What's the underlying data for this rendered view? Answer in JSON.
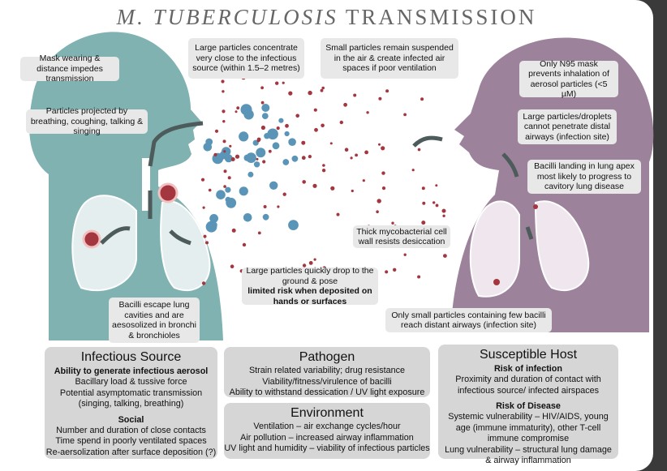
{
  "title": {
    "italic": "M. TUBERCULOSIS",
    "rest": "TRANSMISSION"
  },
  "callouts": {
    "mask": "Mask wearing & distance impedes transmission",
    "projected": "Particles projected by breathing, coughing, talking & singing",
    "large_close": "Large particles concentrate very close to the infectious source (within 1.5–2 metres)",
    "small_suspended": "Small particles remain suspended in the air & create infected air spaces if poor ventilation",
    "n95": "Only N95 mask prevents inhalation of aerosol particles (<5 µM)",
    "droplets": "Large particles/droplets cannot penetrate distal airways (infection site)",
    "apex": "Bacilli landing in lung apex most likely to progress to cavitory lung disease",
    "cellwall": "Thick mycobacterial cell wall resists desiccation",
    "drop_a": "Large particles quickly drop to the ground & pose",
    "drop_b": "limited risk when deposited on hands or surfaces",
    "escape": "Bacilli escape lung cavities and are aesosolized in bronchi & bronchioles",
    "distant": "Only small particles containing few bacilli reach distant airways (infection site)"
  },
  "boxes": {
    "source": {
      "title": "Infectious Source",
      "h1": "Ability to generate infectious aerosol",
      "l1": "Bacillary load & tussive force",
      "l2": "Potential asymptomatic transmission",
      "l3": "(singing, talking, breathing)",
      "h2": "Social",
      "l4": "Number and duration of close contacts",
      "l5": "Time spend in poorly ventilated spaces",
      "l6": "Re-aersolization after surface deposition (?)"
    },
    "pathogen": {
      "title": "Pathogen",
      "l1": "Strain related variability; drug resistance",
      "l2": "Viability/fitness/virulence of bacilli",
      "l3": "Ability to withstand dessication / UV light exposure"
    },
    "environment": {
      "title": "Environment",
      "l1": "Ventilation – air exchange cycles/hour",
      "l2": "Air pollution – increased airway inflammation",
      "l3": "UV light and humidity – viability of infectious particles"
    },
    "host": {
      "title": "Susceptible Host",
      "h1": "Risk of infection",
      "l1": "Proximity and duration of contact with",
      "l2": "infectious source/ infected airspaces",
      "h2": "Risk of Disease",
      "l3": "Systemic vulnerability – HIV/AIDS, young",
      "l4": "age (immune immaturity), other T-cell",
      "l5": "immune compromise",
      "l6": "Lung vulnerability – structural lung damage",
      "l7": "& airway inflammation"
    }
  },
  "colors": {
    "source": "#7fb2b0",
    "host": "#9c829a",
    "red": "#a3363f",
    "blue": "#5a95b8",
    "box": "#d6d6d6"
  }
}
